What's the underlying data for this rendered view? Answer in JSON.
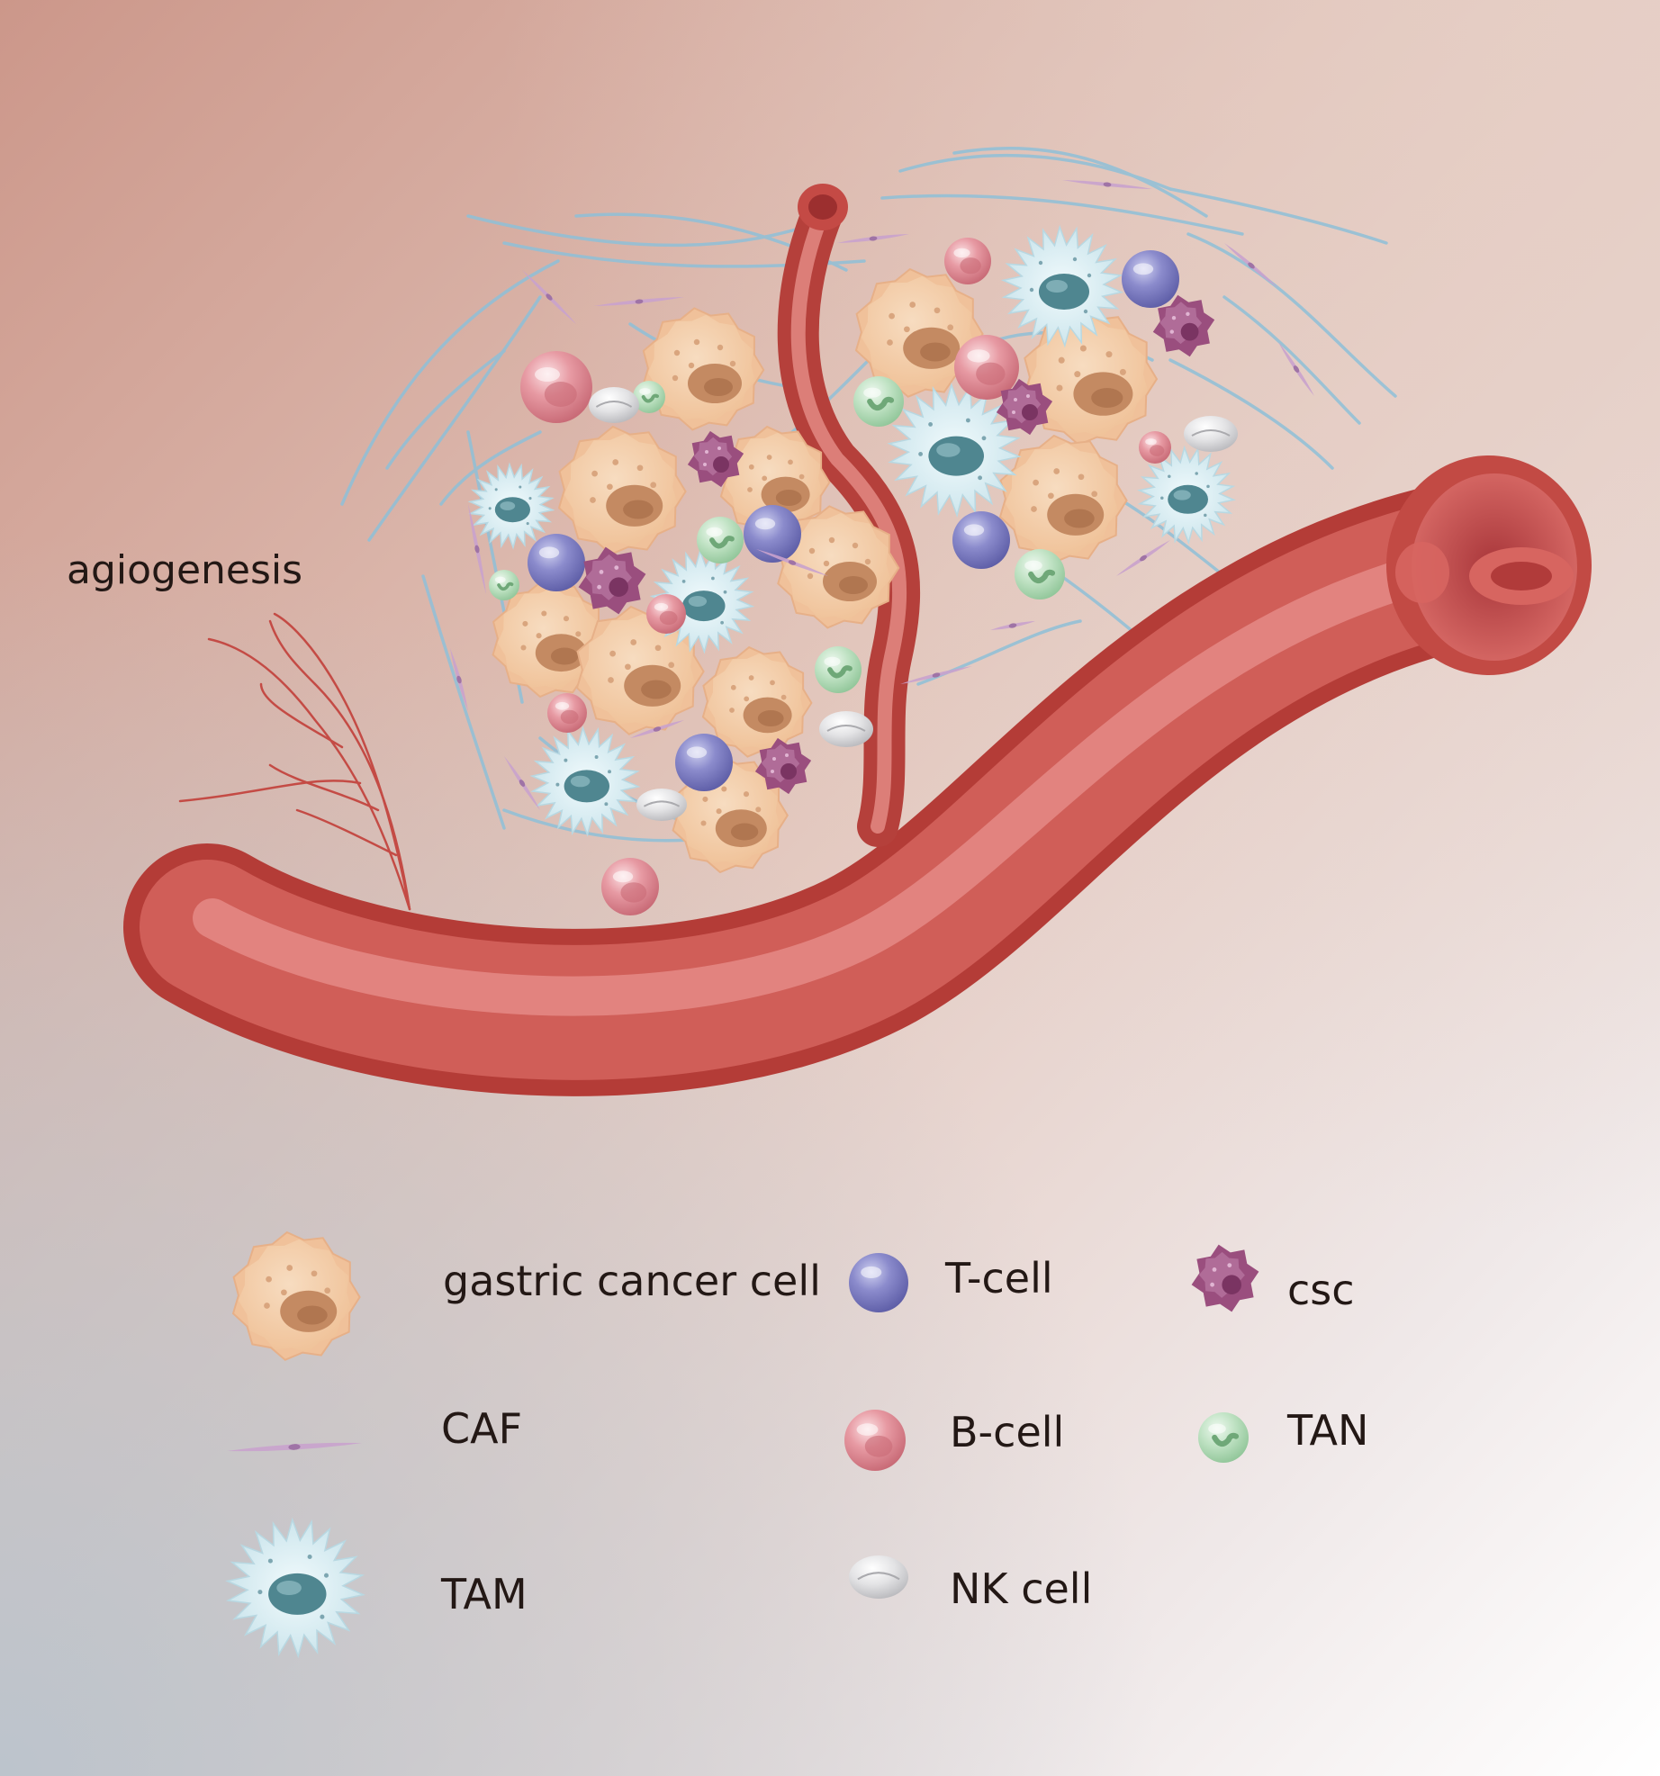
{
  "annotation": "agiogenesis",
  "legend": [
    {
      "key": "gastric_cancer_cell",
      "label": "gastric cancer cell"
    },
    {
      "key": "t_cell",
      "label": "T-cell"
    },
    {
      "key": "csc",
      "label": "csc"
    },
    {
      "key": "caf",
      "label": "CAF"
    },
    {
      "key": "b_cell",
      "label": "B-cell"
    },
    {
      "key": "tan",
      "label": "TAN"
    },
    {
      "key": "tam",
      "label": "TAM"
    },
    {
      "key": "nk_cell",
      "label": "NK cell"
    }
  ],
  "colors": {
    "background_top_left": "#cc9a8c",
    "background_bottom_right": "#ffffff",
    "background_bottom_left": "#bcc4cc",
    "vessel": "#c8504a",
    "vessel_highlight": "#e58a86",
    "vessel_lumen": "#b7423c",
    "cancer_cell": "#f3cba3",
    "cancer_nucleus": "#c28660",
    "t_cell": "#8080c0",
    "b_cell": "#e08a95",
    "nk_cell": "#d6d6d8",
    "tam": "#d7ecf1",
    "tam_nucleus": "#4f8690",
    "csc": "#9a4e7e",
    "tan": "#b9dfbe",
    "caf": "#c8a0cc",
    "ecm_fiber": "#8fc0d8"
  }
}
